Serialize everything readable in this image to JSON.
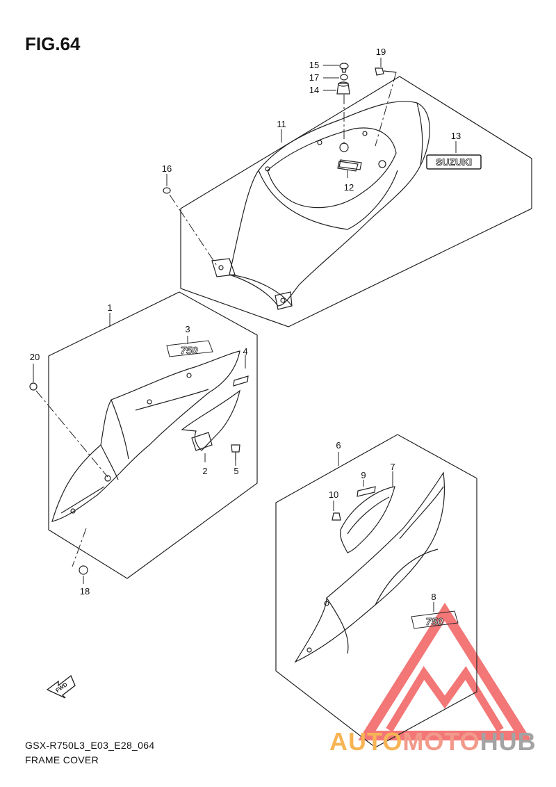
{
  "figure": {
    "title": "FIG.64",
    "model_code": "GSX-R750L3_E03_E28_064",
    "caption": "FRAME COVER"
  },
  "callouts": [
    "1",
    "2",
    "3",
    "4",
    "5",
    "6",
    "7",
    "8",
    "9",
    "10",
    "11",
    "12",
    "13",
    "14",
    "15",
    "16",
    "17",
    "18",
    "19",
    "20"
  ],
  "emblems": {
    "seat_emblem": "SUZUKI",
    "side_emblem_1": "750",
    "side_emblem_2": "750"
  },
  "fwd_label": "FWD",
  "watermark": {
    "part1": "AUTO",
    "part2": "MOTO",
    "part3": "HUB"
  },
  "colors": {
    "line": "#222222",
    "watermark_red": "#ef4a4a",
    "watermark_orange": "#f7b455",
    "watermark_gray": "#a3a3a3"
  }
}
